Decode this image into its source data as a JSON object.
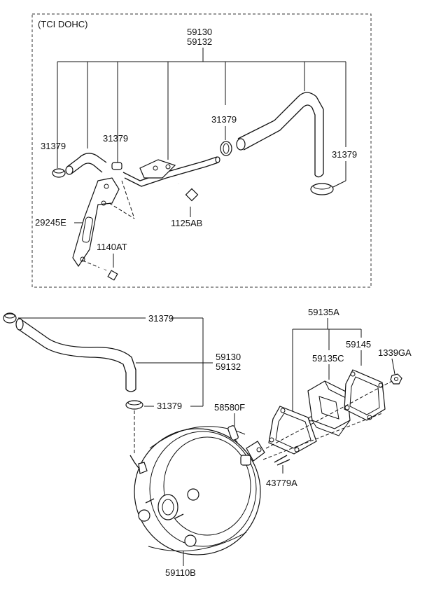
{
  "section_title": "(TCI DOHC)",
  "labels": {
    "top_hose_a": "59130",
    "top_hose_b": "59132",
    "clamp_left": "31379",
    "clamp_mid_left": "31379",
    "clamp_mid_right": "31379",
    "clamp_right": "31379",
    "bracket": "29245E",
    "bolt_1125": "1125AB",
    "bolt_1140": "1140AT",
    "clamp_lower_top": "31379",
    "lower_hose_a": "59130",
    "lower_hose_b": "59132",
    "clamp_lower_bottom": "31379",
    "pin": "58580F",
    "clip": "43779A",
    "gasket_set": "59135A",
    "gasket_outer": "59145",
    "spacer": "59135C",
    "nut": "1339GA",
    "booster": "59110B"
  }
}
